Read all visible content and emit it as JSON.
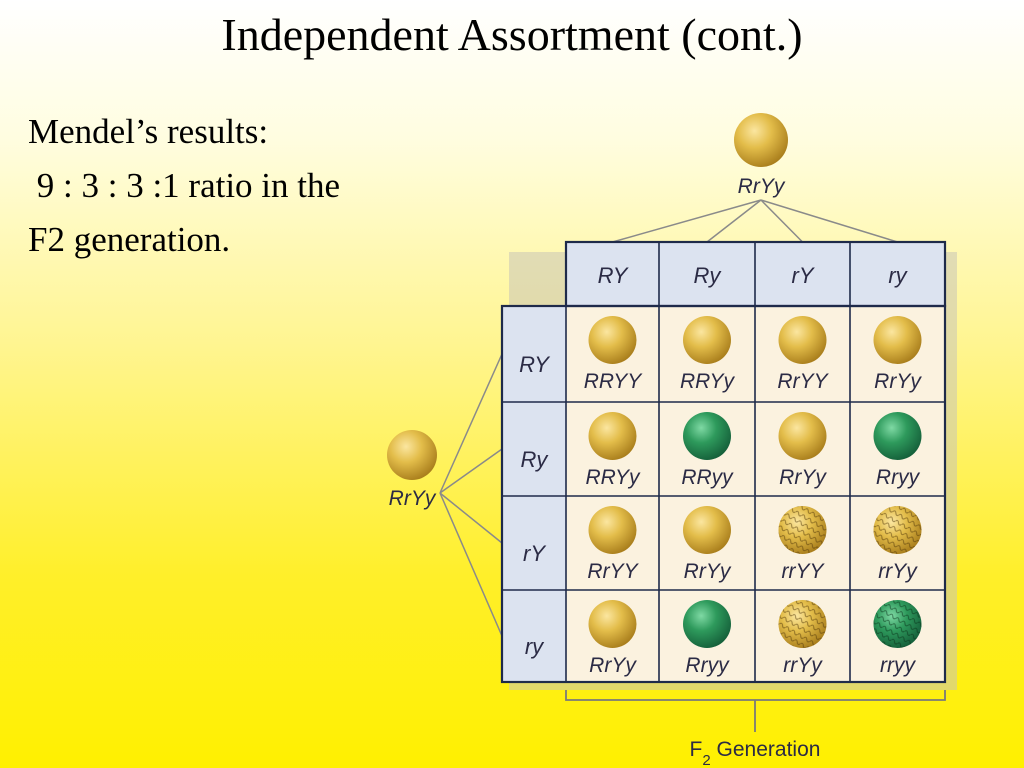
{
  "title": "Independent Assortment (cont.)",
  "text_lines": [
    "Mendel’s results:",
    " 9 : 3 : 3 :1 ratio in the",
    "F2 generation."
  ],
  "parent_top": "RrYy",
  "parent_left": "RrYy",
  "gametes_top": [
    "RY",
    "Ry",
    "rY",
    "ry"
  ],
  "gametes_left": [
    "RY",
    "Ry",
    "rY",
    "ry"
  ],
  "cells": [
    [
      {
        "genotype": "RRYY",
        "color": "yellow",
        "shape": "round"
      },
      {
        "genotype": "RRYy",
        "color": "yellow",
        "shape": "round"
      },
      {
        "genotype": "RrYY",
        "color": "yellow",
        "shape": "round"
      },
      {
        "genotype": "RrYy",
        "color": "yellow",
        "shape": "round"
      }
    ],
    [
      {
        "genotype": "RRYy",
        "color": "yellow",
        "shape": "round"
      },
      {
        "genotype": "RRyy",
        "color": "green",
        "shape": "round"
      },
      {
        "genotype": "RrYy",
        "color": "yellow",
        "shape": "round"
      },
      {
        "genotype": "Rryy",
        "color": "green",
        "shape": "round"
      }
    ],
    [
      {
        "genotype": "RrYY",
        "color": "yellow",
        "shape": "round"
      },
      {
        "genotype": "RrYy",
        "color": "yellow",
        "shape": "round"
      },
      {
        "genotype": "rrYY",
        "color": "yellow",
        "shape": "wrinkled"
      },
      {
        "genotype": "rrYy",
        "color": "yellow",
        "shape": "wrinkled"
      }
    ],
    [
      {
        "genotype": "RrYy",
        "color": "yellow",
        "shape": "round"
      },
      {
        "genotype": "Rryy",
        "color": "green",
        "shape": "round"
      },
      {
        "genotype": "rrYy",
        "color": "yellow",
        "shape": "wrinkled"
      },
      {
        "genotype": "rryy",
        "color": "green",
        "shape": "wrinkled"
      }
    ]
  ],
  "f2_label": {
    "main": "F",
    "sub": "2",
    "rest": " Generation"
  },
  "colors": {
    "yellow_pea": "#e0b840",
    "green_pea": "#2e9a5c",
    "header_fill": "#dce3f0",
    "cell_fill": "#fbf2df",
    "grid_line": "#1e2a4a"
  }
}
